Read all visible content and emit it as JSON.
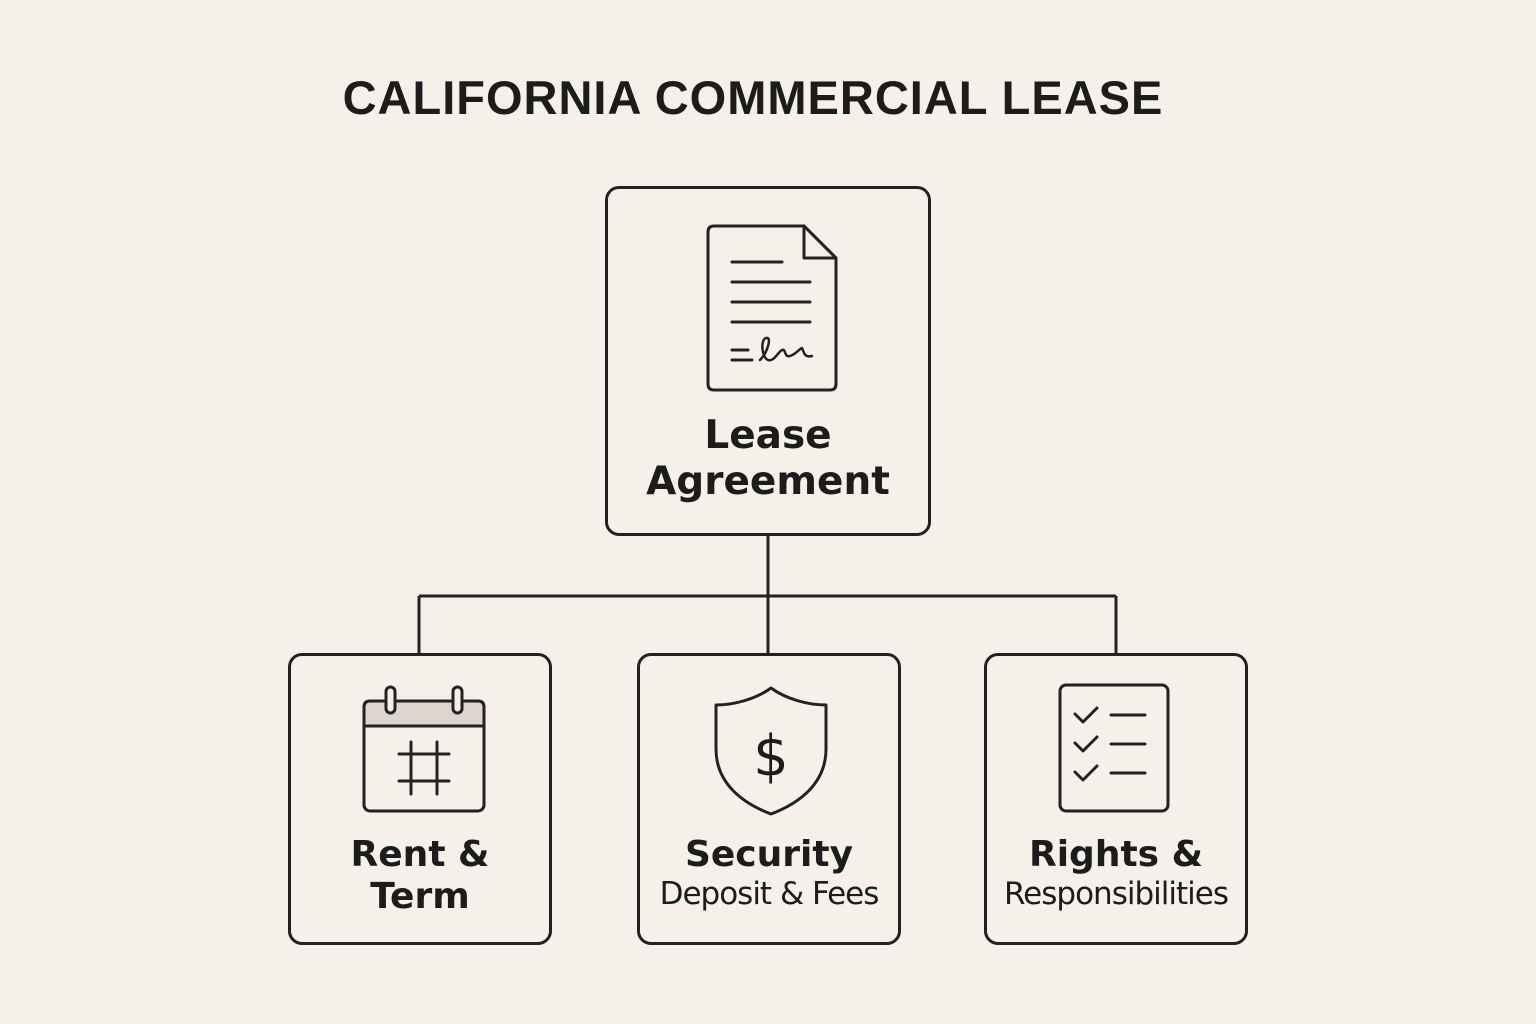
{
  "title": "CALIFORNIA COMMERCIAL LEASE",
  "colors": {
    "background": "#f6f0ea",
    "stroke": "#222222",
    "text": "#1c1c1c",
    "calendar_header": "#ddd6ce"
  },
  "root": {
    "icon": "signed-document-icon",
    "label_line1": "Lease",
    "label_line2": "Agreement"
  },
  "children": [
    {
      "icon": "calendar-icon",
      "label_line1": "Rent &",
      "label_line2": "Term"
    },
    {
      "icon": "shield-dollar-icon",
      "icon_glyph": "$",
      "label_line1": "Security",
      "label_line2": "Deposit & Fees"
    },
    {
      "icon": "checklist-icon",
      "label_line1": "Rights &",
      "label_line2": "Responsibilities"
    }
  ]
}
